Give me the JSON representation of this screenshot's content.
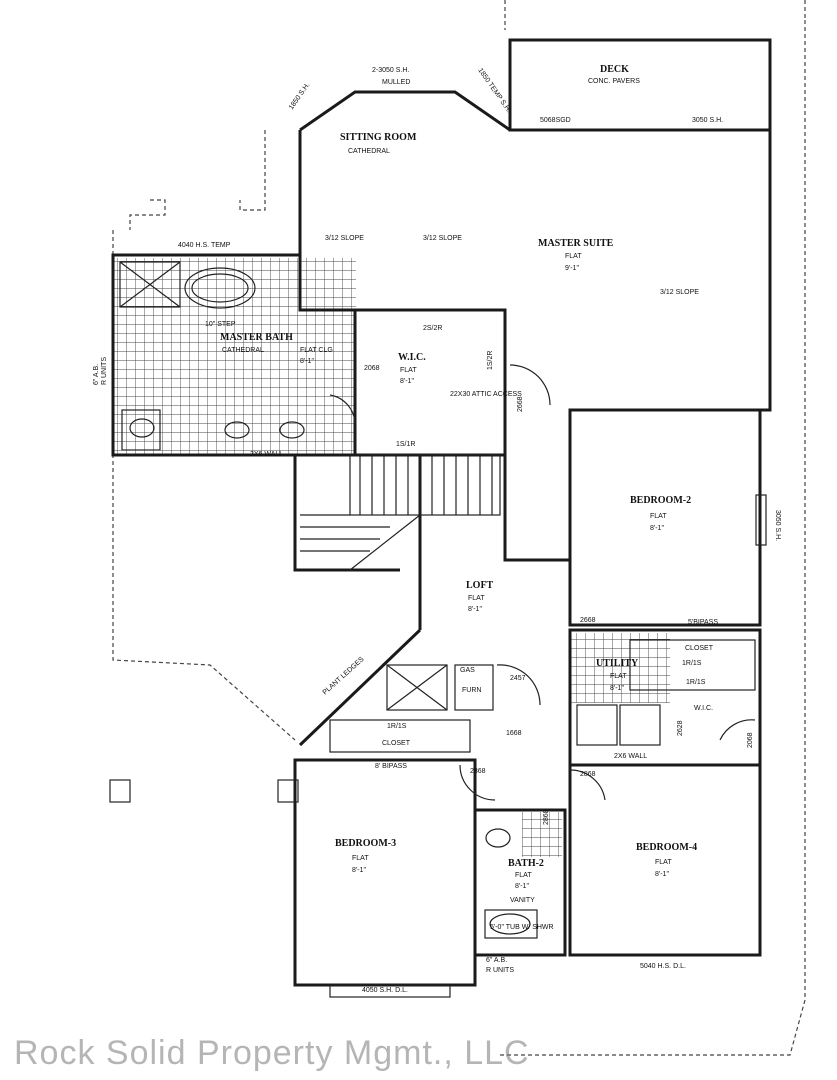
{
  "rooms": {
    "deck": {
      "name": "DECK",
      "sub": "CONC. PAVERS"
    },
    "sitting": {
      "name": "SITTING ROOM",
      "ceiling": "CATHEDRAL"
    },
    "master_suite": {
      "name": "MASTER SUITE",
      "ceiling": "FLAT",
      "height": "9'-1\""
    },
    "master_bath": {
      "name": "MASTER BATH",
      "ceiling": "CATHEDRAL"
    },
    "wic": {
      "name": "W.I.C.",
      "ceiling": "FLAT",
      "height": "8'-1\""
    },
    "bedroom2": {
      "name": "BEDROOM-2",
      "ceiling": "FLAT",
      "height": "8'-1\""
    },
    "loft": {
      "name": "LOFT",
      "ceiling": "FLAT",
      "height": "8'-1\""
    },
    "utility": {
      "name": "UTILITY",
      "ceiling": "FLAT",
      "height": "8'-1\""
    },
    "bedroom3": {
      "name": "BEDROOM-3",
      "ceiling": "FLAT",
      "height": "8'-1\""
    },
    "bedroom4": {
      "name": "BEDROOM-4",
      "ceiling": "FLAT",
      "height": "8'-1\""
    },
    "bath2": {
      "name": "BATH-2",
      "ceiling": "FLAT",
      "height": "8'-1\""
    }
  },
  "notes": {
    "window_top": "2-3050 S.H.",
    "mulled": "MULLED",
    "w1850_left": "1850 S.H.",
    "w1850_right": "1850 TEMP S.H.",
    "deck_door": "5068SGD",
    "deck_window": "3050 S.H.",
    "bath_window": "4040 H.S. TEMP",
    "slope_a": "3/12 SLOPE",
    "slope_b": "3/12 SLOPE",
    "slope_c": "3/12 SLOPE",
    "step": "10\" STEP",
    "flat_clg": "FLAT CLG",
    "flat_clg_h": "8'-1\"",
    "wic_shelf_top": "2S/2R",
    "wic_shelf_bot": "1S/1R",
    "wic_shelf_side": "1S/2R",
    "wic_door": "2068",
    "attic": "22X30 ATTIC ACCESS",
    "door_2668_mid": "2668",
    "wall_2x6": "2X6 WALL",
    "ab_left": "6\" A.B.",
    "ab_left_units": "R UNITS",
    "br2_window": "3050 S.H.",
    "door_br2": "2668",
    "bipass_br2": "5'BIPASS",
    "closet_br2": "CLOSET",
    "shelf_1r1s": "1R/1S",
    "shelf_1r1s_b": "1R/1S",
    "wic_br4": "W.I.C.",
    "door_br4_wic": "2068",
    "door_2628": "2628",
    "wall_util": "2X6 WALL",
    "door_util": "2868",
    "gas": "GAS",
    "furn": "FURN",
    "door_2457": "2457",
    "door_1668": "1668",
    "plant_ledge": "PLANT LEDGES",
    "closet_br3_shelf": "1R/1S",
    "closet_br3": "CLOSET",
    "bipass_br3": "8' BIPASS",
    "door_br3": "2868",
    "door_br4": "2868",
    "vanity": "VANITY",
    "tub": "5'-0\" TUB W/ SHWR",
    "ab_bath": "6\" A.B.",
    "ab_bath_units": "R UNITS",
    "br3_window": "4050 S.H. D.L.",
    "br4_window": "5040 H.S. D.L."
  },
  "watermark": "Rock Solid Property Mgmt., LLC"
}
